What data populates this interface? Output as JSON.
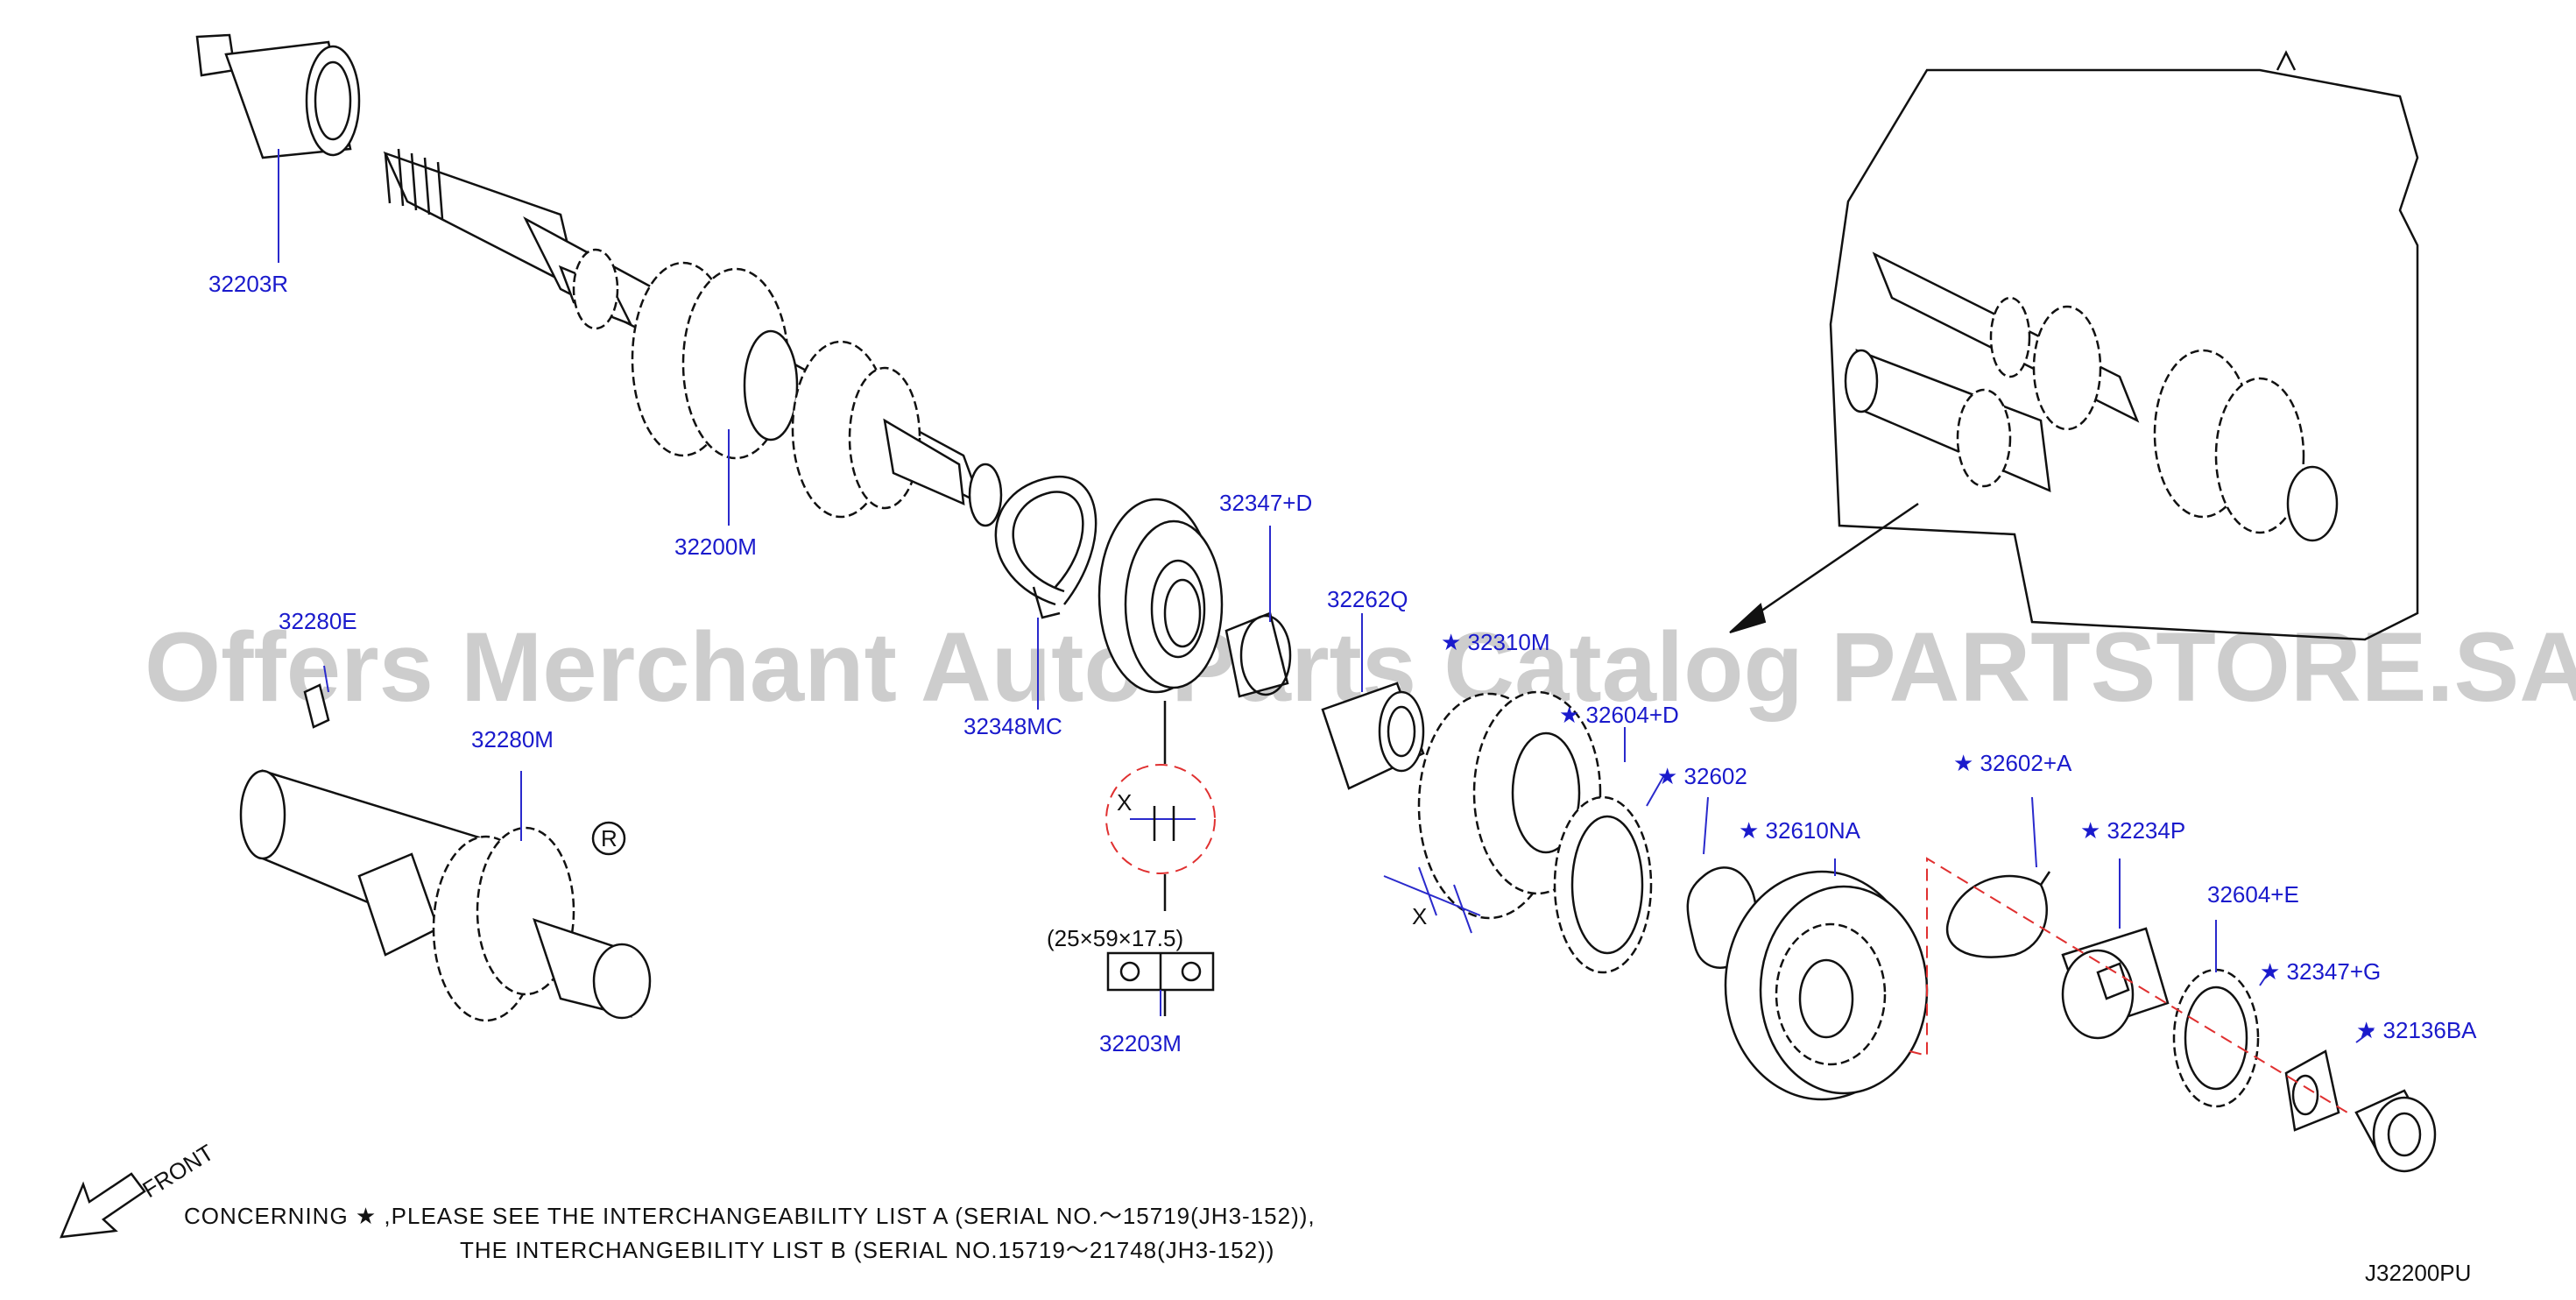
{
  "watermark": "Offers Merchant Auto Parts Catalog PARTSTORE.SA",
  "diagram_code": "J32200PU",
  "front_label": "FRONT",
  "notes": {
    "line1": "CONCERNING  ★ ,PLEASE  SEE  THE  INTERCHANGEABILITY  LIST  A  (SERIAL  NO.～15719(JH3-152)),",
    "line2": "THE  INTERCHANGEBILITY  LIST  B  (SERIAL  NO.15719～21748(JH3-152))"
  },
  "dimension": {
    "size": "(25×59×17.5)",
    "x_label": "X"
  },
  "parts": {
    "p32203R": "32203R",
    "p32200M": "32200M",
    "p32280E": "32280E",
    "p32280M": "32280M",
    "p32347D": "32347+D",
    "p32348MC": "32348MC",
    "p32262Q": "32262Q",
    "p32310M": "★ 32310M",
    "p32604D": "★ 32604+D",
    "p32602": "★ 32602",
    "p32610NA": "★ 32610NA",
    "p32602A": "★ 32602+A",
    "p32234P": "★ 32234P",
    "p32604E": "32604+E",
    "p32347G": "★ 32347+G",
    "p32136BA": "★ 32136BA",
    "p32203M": "32203M",
    "reuse_mark": "R"
  }
}
